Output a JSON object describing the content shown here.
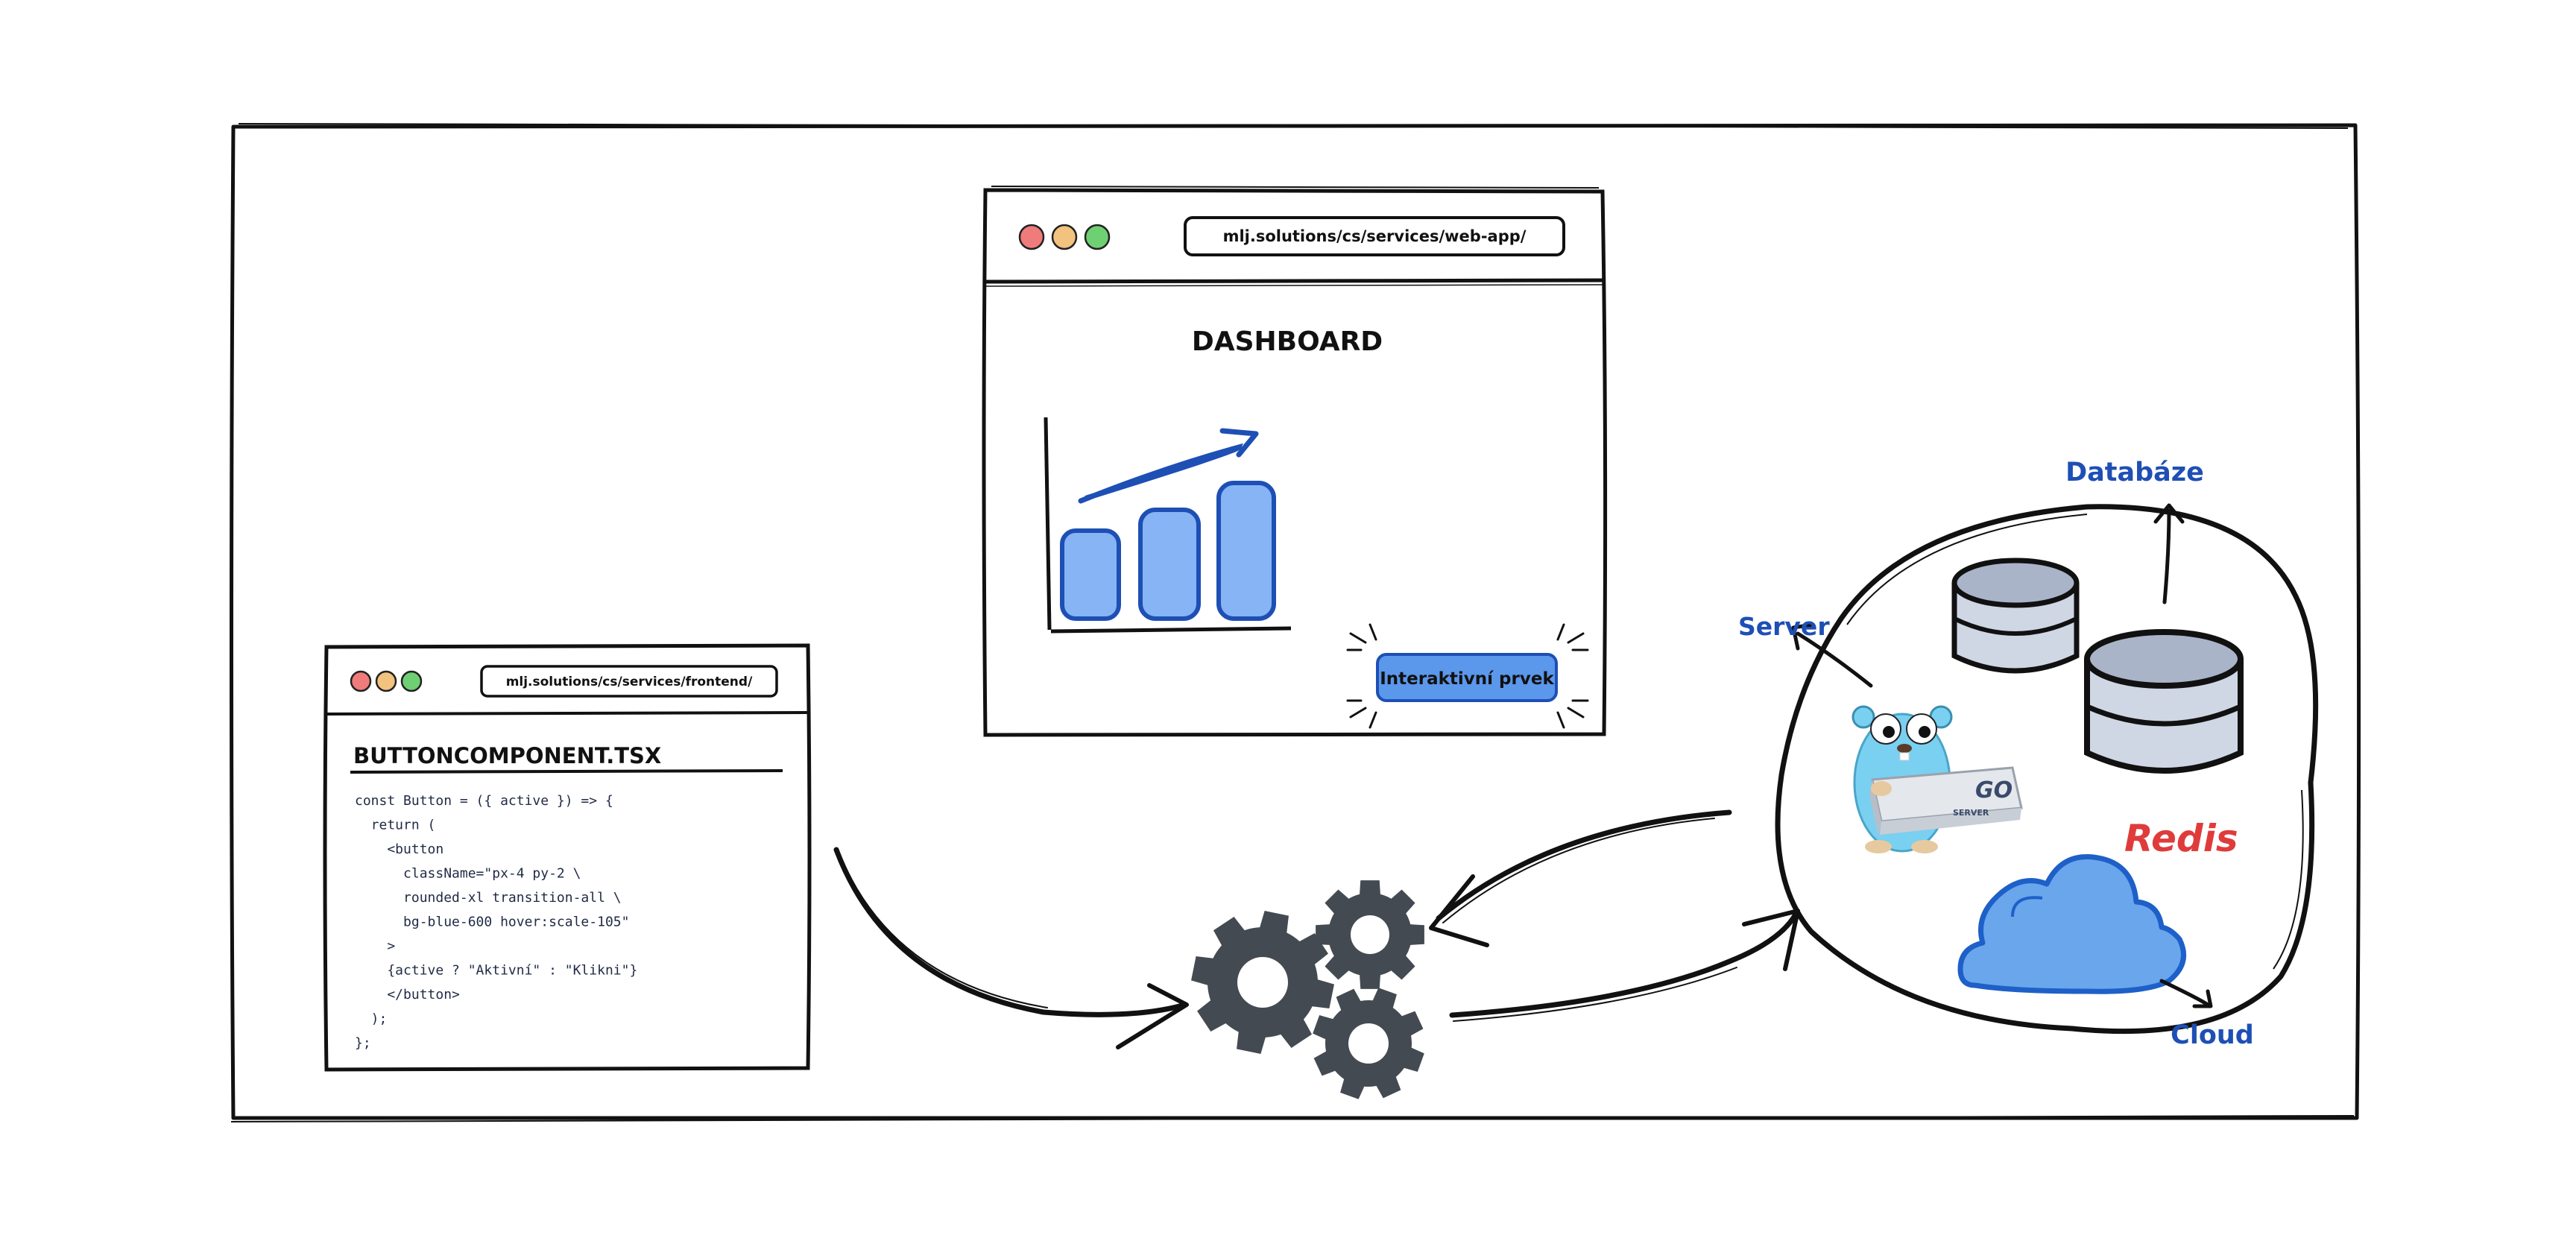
{
  "dashboard_window": {
    "url": "mlj.solutions/cs/services/web-app/",
    "title": "DASHBOARD",
    "button_label": "Interaktivní prvek"
  },
  "code_window": {
    "url": "mlj.solutions/cs/services/frontend/",
    "filename": "BUTTONCOMPONENT.TSX",
    "lines": [
      "const Button = ({ active }) => {",
      "  return (",
      "    <button",
      "      className=\"px-4 py-2 \\",
      "      rounded-xl transition-all \\",
      "      bg-blue-600 hover:scale-105\"",
      "    >",
      "    {active ? \"Aktivní\" : \"Klikni\"}",
      "    </button>",
      "  );",
      "};"
    ]
  },
  "backend": {
    "server_label": "Server",
    "database_label": "Databáze",
    "cloud_label": "Cloud",
    "redis_label": "Redis",
    "go_box_label": "GO",
    "go_box_sublabel": "SERVER"
  },
  "colors": {
    "accent_blue": "#1e4fb5",
    "bar_fill": "#86b4f5",
    "redis_red": "#e03b3b",
    "gear_gray": "#444a52",
    "cloud_blue": "#6aa6ec",
    "gopher_blue": "#7ad0f0",
    "db_fill": "#cfd6e4"
  }
}
